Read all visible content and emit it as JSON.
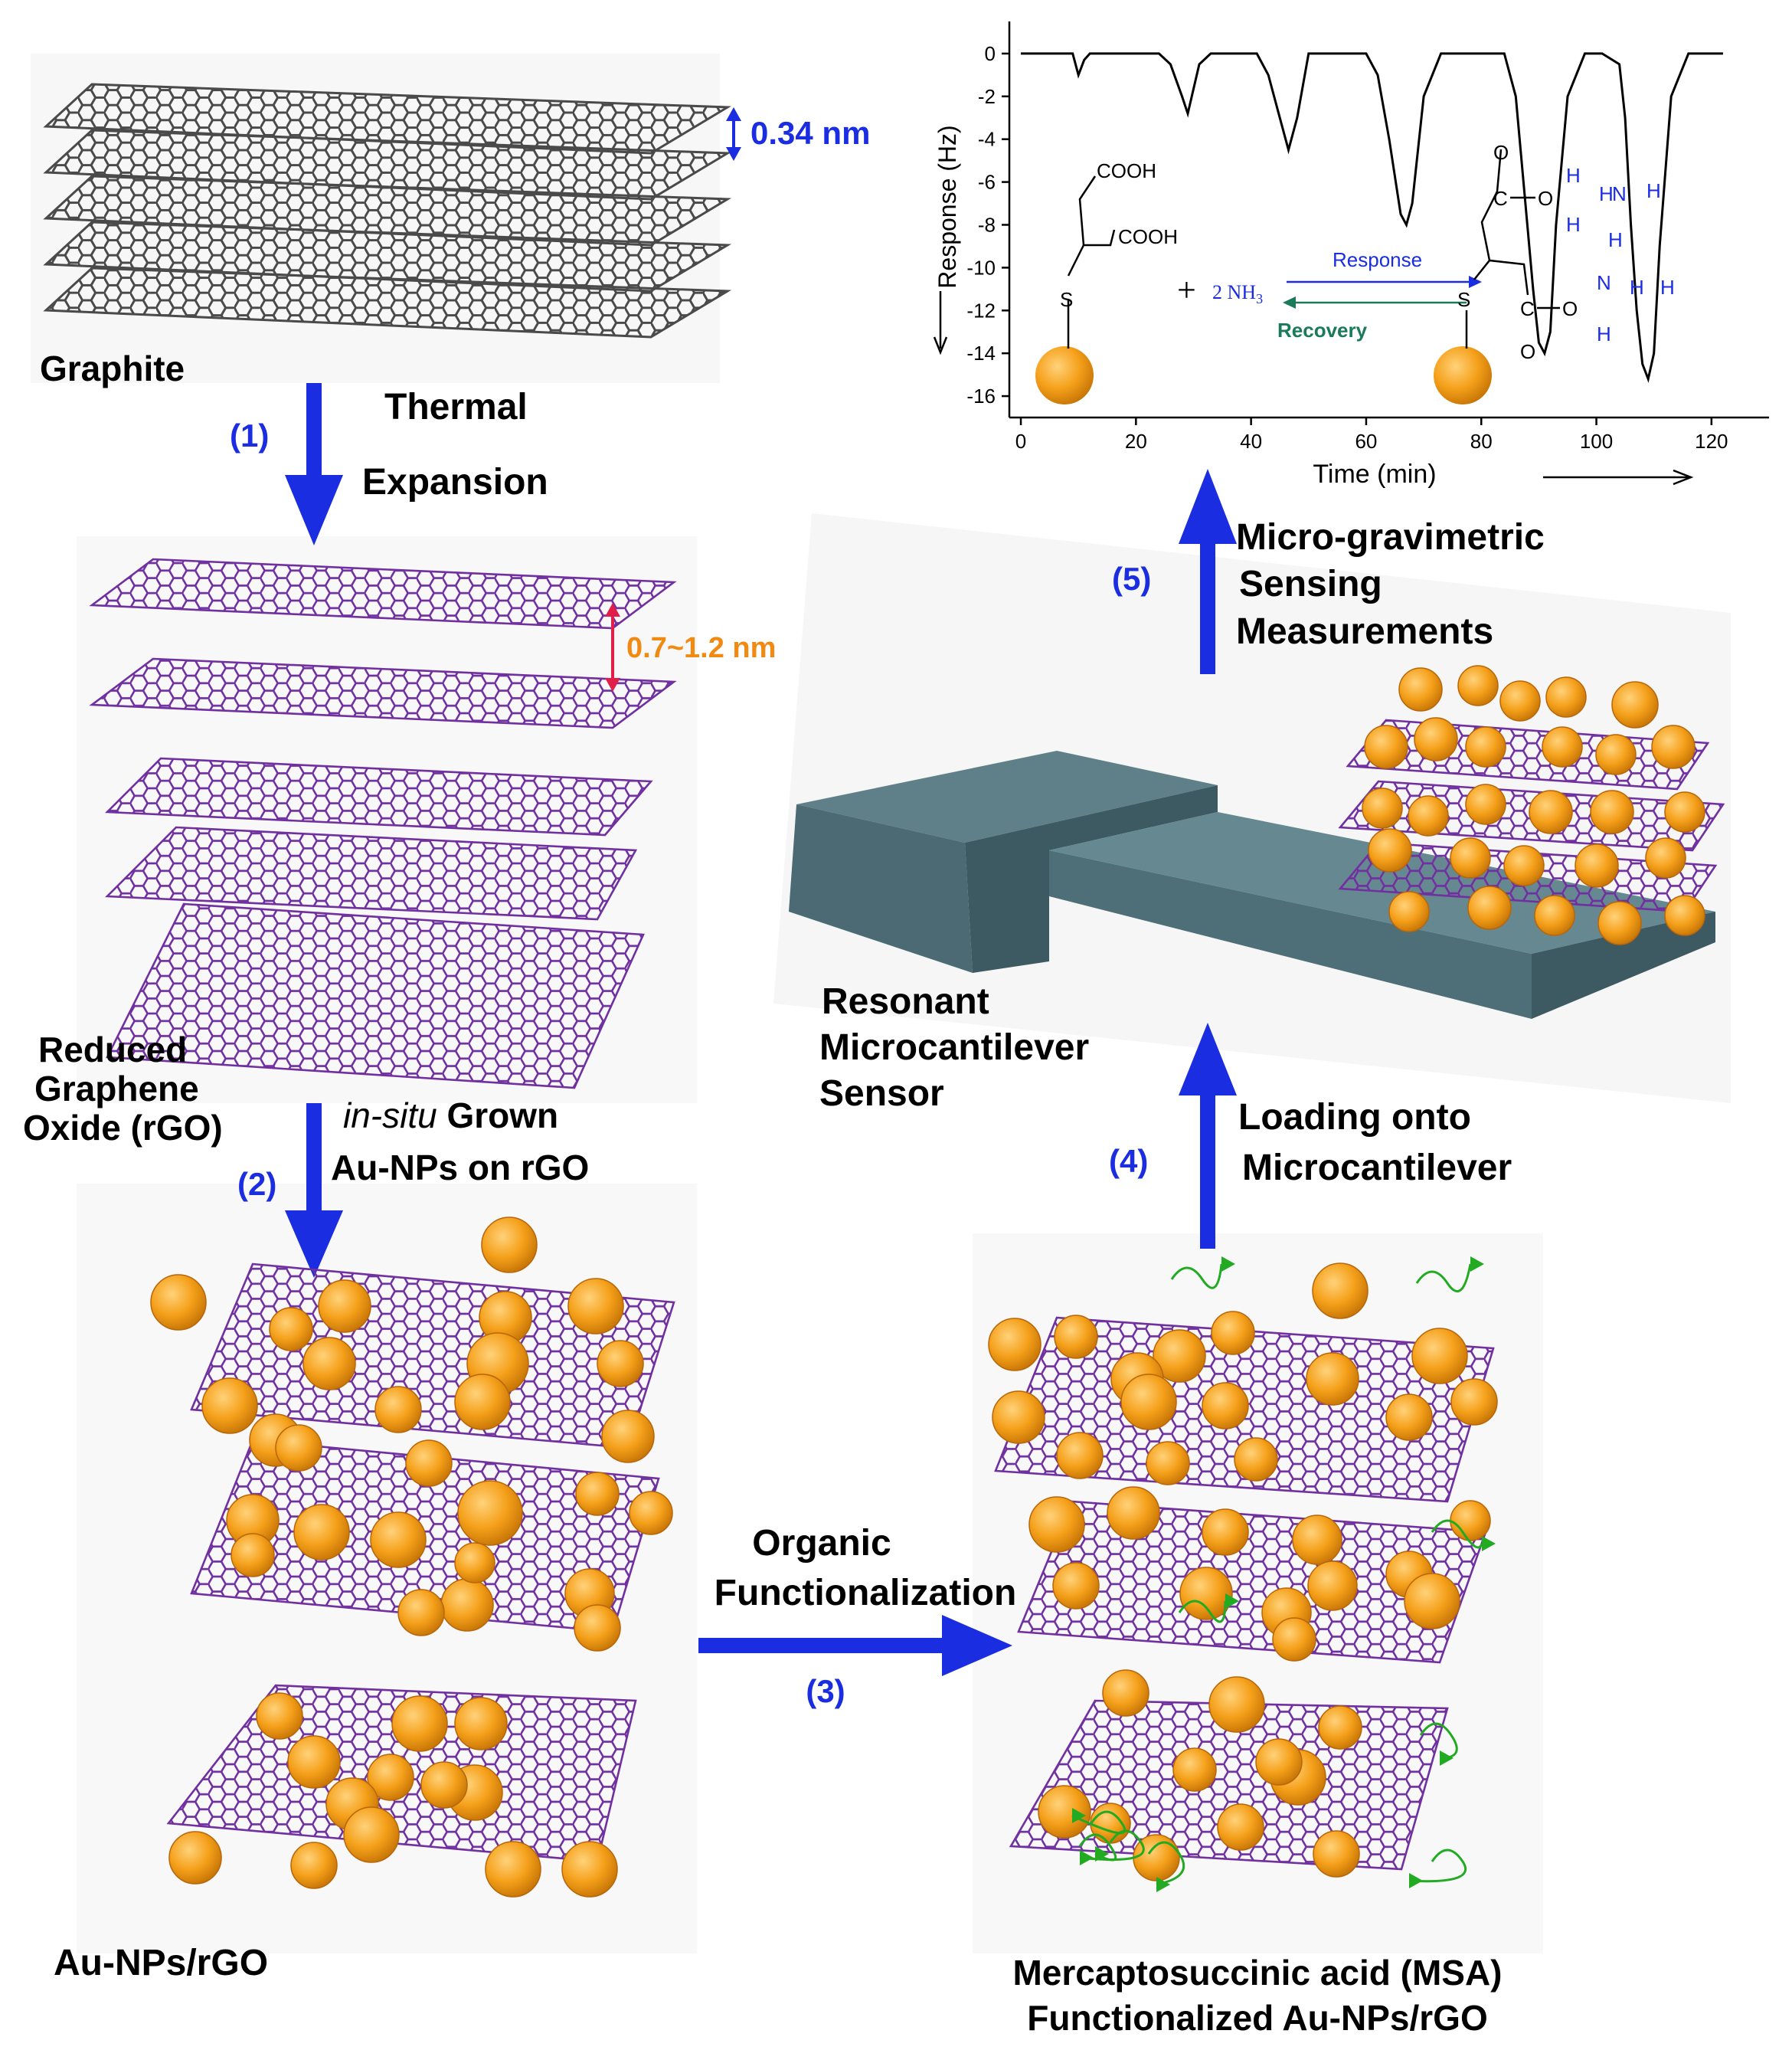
{
  "labels": {
    "graphite": "Graphite",
    "spacing_graphite": "0.34 nm",
    "step1_num": "(1)",
    "step1_line1": "Thermal",
    "step1_line2": "Expansion",
    "spacing_rgo": "0.7~1.2 nm",
    "rgo_line1": "Reduced",
    "rgo_line2": "Graphene",
    "rgo_line3": "Oxide (rGO)",
    "step2_num": "(2)",
    "step2_line1_italic": "in-situ",
    "step2_line1_rest": " Grown",
    "step2_line2": "Au-NPs on rGO",
    "aunps_rgo": "Au-NPs/rGO",
    "step3_num": "(3)",
    "step3_line1": "Organic",
    "step3_line2": "Functionalization",
    "msa_line1": "Mercaptosuccinic acid (MSA)",
    "msa_line2": "Functionalized Au-NPs/rGO",
    "step4_num": "(4)",
    "step4_line1": "Loading onto",
    "step4_line2": "Microcantilever",
    "sensor_line1": "Resonant",
    "sensor_line2": "Microcantilever",
    "sensor_line3": "Sensor",
    "step5_num": "(5)",
    "step5_line1": "Micro-gravimetric",
    "step5_line2": "Sensing",
    "step5_line3": "Measurements"
  },
  "chemistry": {
    "cooh1": "COOH",
    "cooh2": "COOH",
    "s_left": "S",
    "plus": "+",
    "ammonia": "2 NH",
    "ammonia_sub": "3",
    "response": "Response",
    "recovery": "Recovery",
    "s_right": "S",
    "o1": "O",
    "o2": "O",
    "o3": "O",
    "o4": "O",
    "c1": "C",
    "c2": "C",
    "h_labels": [
      "H",
      "H",
      "N",
      "H",
      "H",
      "H",
      "N",
      "H",
      "H",
      "H"
    ]
  },
  "colors": {
    "arrow_blue": "#1a2de0",
    "graphite": "#4a4a4a",
    "rgo_purple": "#7030a0",
    "gold": "#f5a01a",
    "cantilever": "#4f6f78",
    "response_arrow": "#1a2de0",
    "recovery_arrow": "#1a7a5a",
    "spacing_red": "#e0204a",
    "msa_green": "#22aa22"
  },
  "chart_data": {
    "type": "line",
    "xlabel": "Time (min)",
    "ylabel": "Response (Hz)",
    "xlim": [
      -2,
      130
    ],
    "ylim": [
      -17,
      1.5
    ],
    "xticks": [
      0,
      20,
      40,
      60,
      80,
      100,
      120
    ],
    "yticks": [
      0,
      -2,
      -4,
      -6,
      -8,
      -10,
      -12,
      -14,
      -16
    ],
    "series": [
      {
        "x": [
          0,
          9,
          10,
          11,
          12,
          24,
          26,
          28,
          29,
          31,
          33,
          41,
          43,
          45,
          46.5,
          48,
          50,
          60,
          62,
          64,
          66,
          67,
          68,
          70,
          73,
          84,
          86,
          88,
          89,
          90,
          91,
          92,
          93,
          95,
          98,
          101,
          104,
          105,
          106,
          107,
          108,
          109,
          110,
          111,
          113,
          116,
          122
        ],
        "y": [
          0,
          0,
          -1,
          -0.3,
          0,
          0,
          -0.5,
          -2,
          -2.8,
          -0.5,
          0,
          0,
          -1,
          -3,
          -4.5,
          -3,
          0,
          0,
          -1,
          -4,
          -7.5,
          -8,
          -7,
          -2,
          0,
          0,
          -2,
          -8,
          -11,
          -13.5,
          -14,
          -13,
          -8,
          -2,
          0,
          0,
          -0.5,
          -3,
          -8,
          -12,
          -14.5,
          -15.2,
          -14,
          -9,
          -2,
          0,
          0
        ]
      }
    ]
  }
}
